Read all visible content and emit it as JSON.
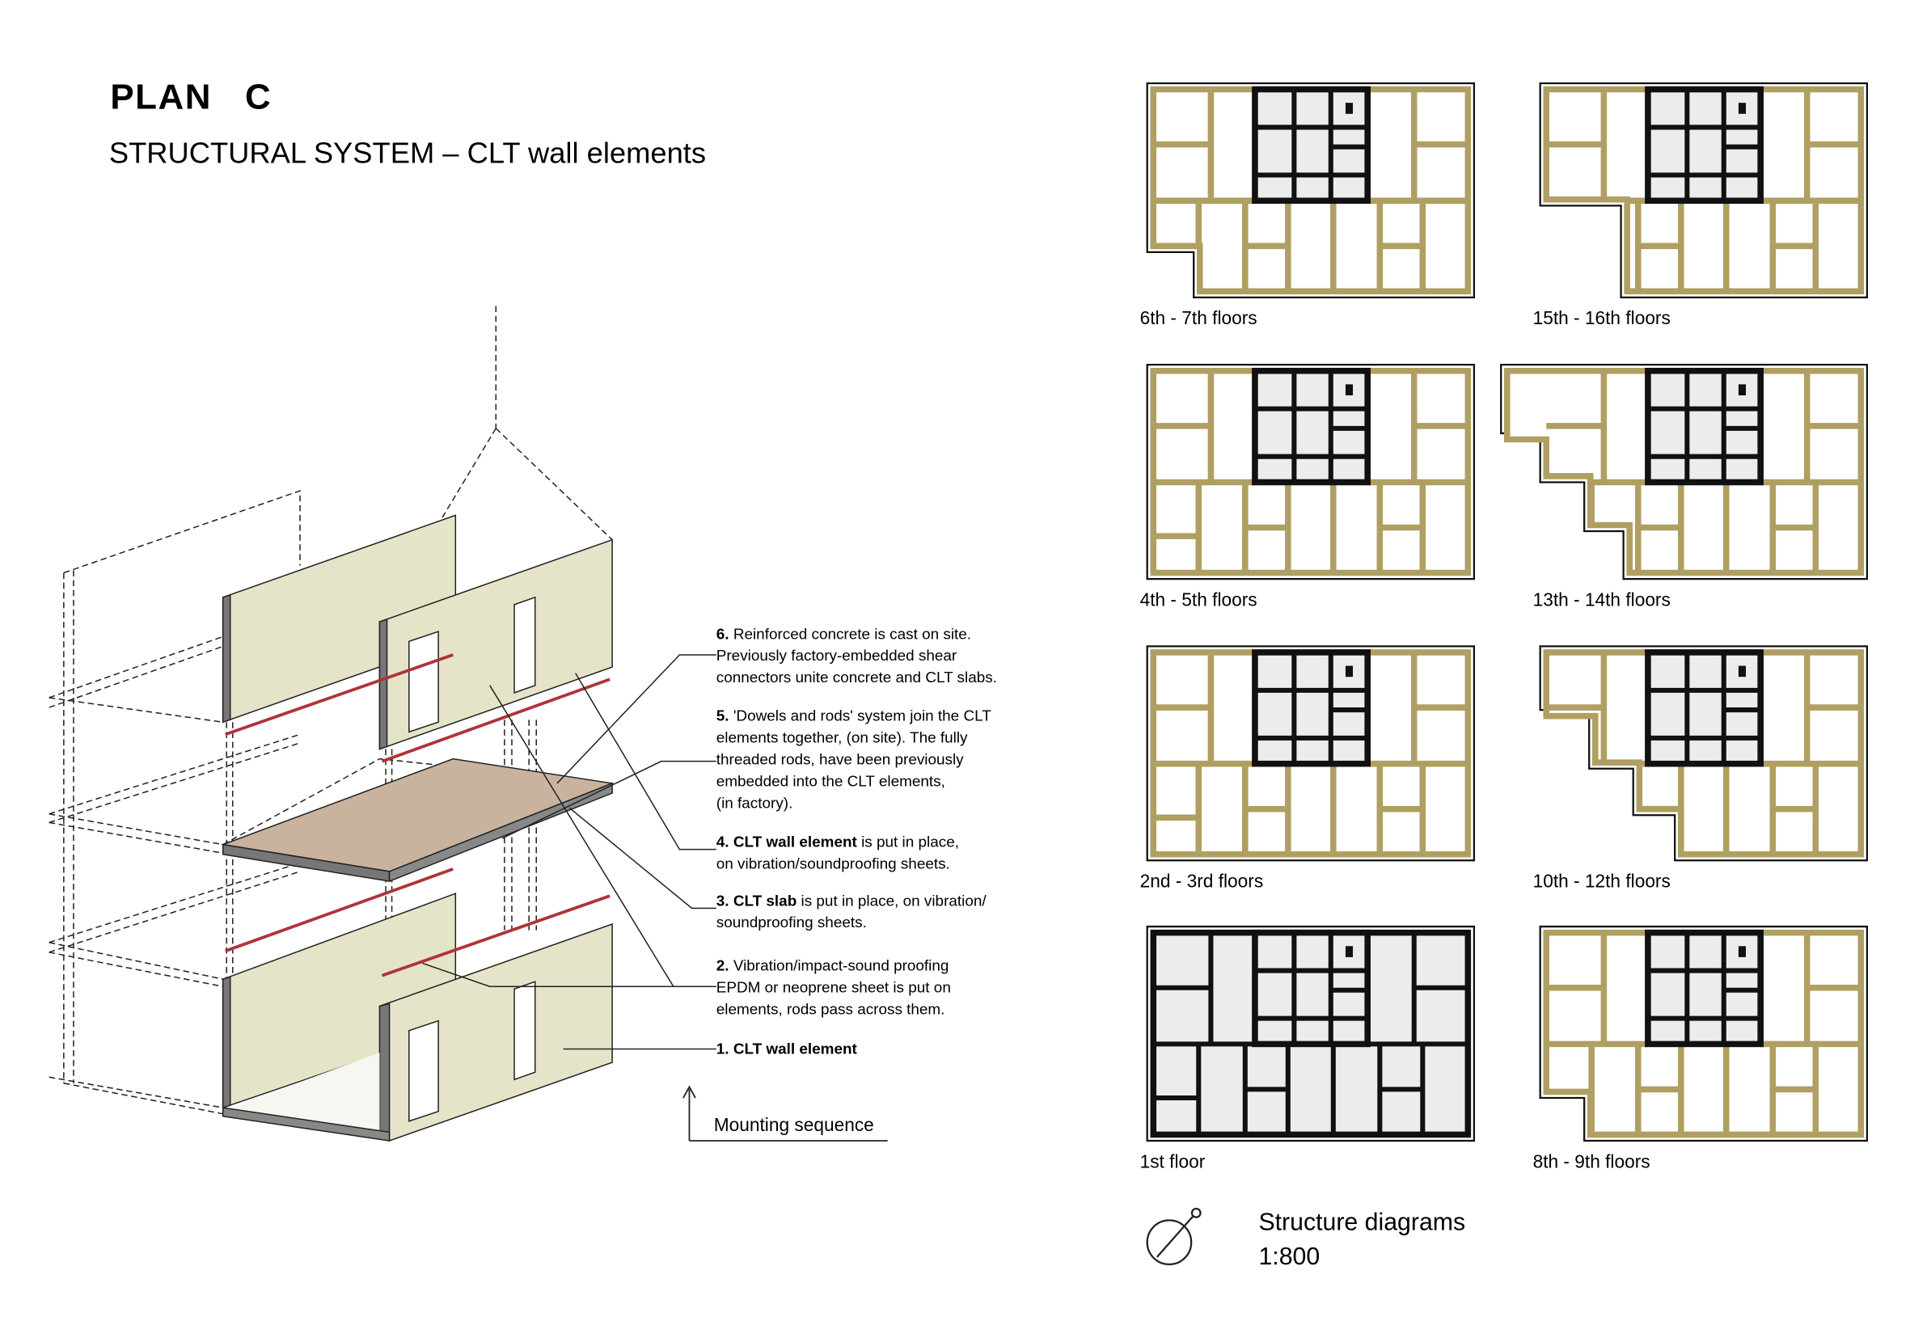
{
  "header": {
    "title": "PLAN   C",
    "subtitle": "STRUCTURAL SYSTEM – CLT wall elements"
  },
  "steps": [
    {
      "num": "6.",
      "bold": "",
      "lines": [
        "Reinforced concrete is cast on site.",
        "Previously factory-embedded shear",
        "connectors unite concrete and CLT slabs."
      ]
    },
    {
      "num": "5.",
      "bold": "",
      "lines": [
        "'Dowels and rods' system join the CLT",
        "elements together, (on site). The fully",
        "threaded rods, have been previously",
        "embedded into the CLT elements,",
        "(in factory)."
      ]
    },
    {
      "num": "4.",
      "bold": "CLT wall element",
      "lines": [
        " is put in place,",
        "on vibration/soundproofing sheets."
      ]
    },
    {
      "num": "3.",
      "bold": "CLT slab",
      "lines": [
        " is put in place, on vibration/",
        "soundproofing sheets."
      ]
    },
    {
      "num": "2.",
      "bold": "",
      "lines": [
        "Vibration/impact-sound proofing",
        "EPDM or neoprene sheet is put on",
        "elements, rods pass across them."
      ]
    },
    {
      "num": "1.",
      "bold": "CLT wall element",
      "lines": []
    }
  ],
  "mounting_label": "Mounting sequence",
  "plans": [
    {
      "label": "6th - 7th floors",
      "variant": "notch"
    },
    {
      "label": "15th - 16th floors",
      "variant": "big-cut"
    },
    {
      "label": "4th - 5th floors",
      "variant": "full"
    },
    {
      "label": "13th - 14th floors",
      "variant": "steps"
    },
    {
      "label": "2nd - 3rd floors",
      "variant": "full"
    },
    {
      "label": "10th - 12th floors",
      "variant": "steps2"
    },
    {
      "label": "1st floor",
      "variant": "concrete"
    },
    {
      "label": "8th - 9th floors",
      "variant": "steps3"
    }
  ],
  "legend": {
    "title": "Structure diagrams",
    "scale": "1:800"
  },
  "colors": {
    "clt": "#b09f62",
    "wall_face": "#e6e4c8",
    "slab": "#c9b39f",
    "rod": "#b0333a",
    "core_fill": "#ececec"
  }
}
